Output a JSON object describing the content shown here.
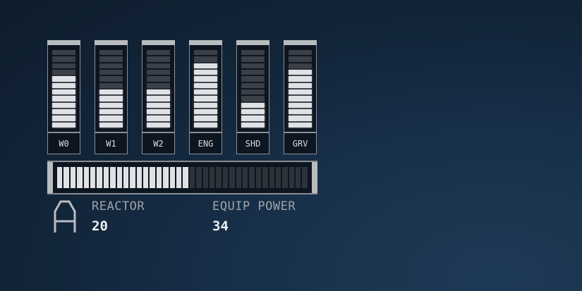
{
  "meters": [
    {
      "label": "W0",
      "total": 12,
      "lit": 8
    },
    {
      "label": "W1",
      "total": 12,
      "lit": 6
    },
    {
      "label": "W2",
      "total": 12,
      "lit": 6
    },
    {
      "label": "ENG",
      "total": 12,
      "lit": 10
    },
    {
      "label": "SHD",
      "total": 12,
      "lit": 4
    },
    {
      "label": "GRV",
      "total": 12,
      "lit": 9
    }
  ],
  "reactor_bar": {
    "total": 38,
    "lit": 20
  },
  "stats": {
    "reactor_label": "REACTOR",
    "reactor_value": "20",
    "equip_label": "EQUIP POWER",
    "equip_value": "34"
  },
  "logo_glyph": "A",
  "colors": {
    "lit": "#dfe1e4",
    "unlit": "#3a3f48",
    "frame": "#8a8f96"
  }
}
